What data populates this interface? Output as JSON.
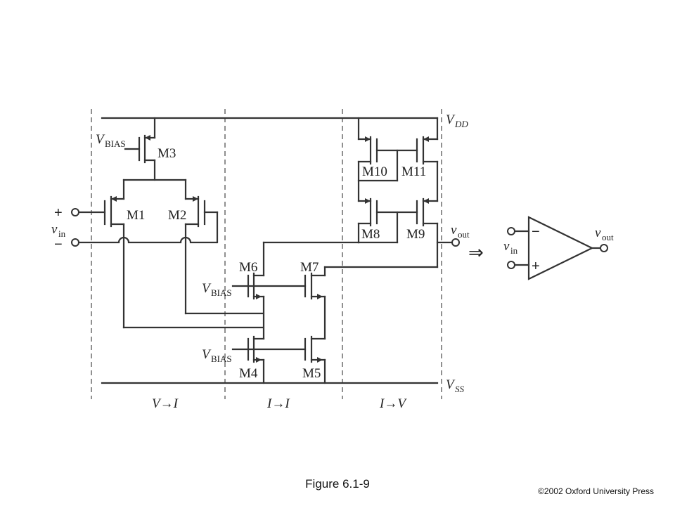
{
  "figure_caption": "Figure 6.1-9",
  "copyright": "©2002 Oxford University Press",
  "sections": [
    "V→I",
    "I→I",
    "I→V"
  ],
  "supplies": {
    "vdd": {
      "main": "V",
      "sub": "DD"
    },
    "vss": {
      "main": "V",
      "sub": "SS"
    }
  },
  "bias": {
    "main": "V",
    "sub": "BIAS"
  },
  "transistors": [
    "M1",
    "M2",
    "M3",
    "M4",
    "M5",
    "M6",
    "M7",
    "M8",
    "M9",
    "M10",
    "M11"
  ],
  "input": {
    "main": "v",
    "sub": "in",
    "plus": "+",
    "minus": "−"
  },
  "output": {
    "main": "v",
    "sub": "out"
  },
  "equivalence_arrow": "⇒",
  "opamp_symbol": {
    "minus": "−",
    "plus": "+"
  }
}
